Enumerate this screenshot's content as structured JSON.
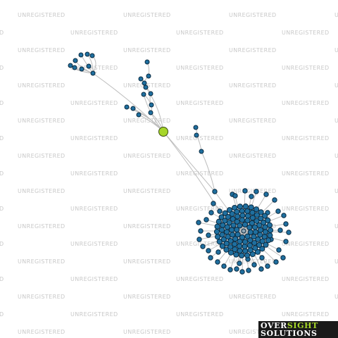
{
  "watermark": {
    "text": "UNREGISTERED"
  },
  "logo": {
    "word1": "OVER",
    "word2": "SIGHT",
    "word3": "SOLUTIONS"
  },
  "network": {
    "colors": {
      "edge": "#bdbdbd",
      "node": "#1f6f9f",
      "node_stroke": "#0a2a40",
      "focus_node": "#a6d62a",
      "focus_stroke": "#3b4d10"
    }
  }
}
